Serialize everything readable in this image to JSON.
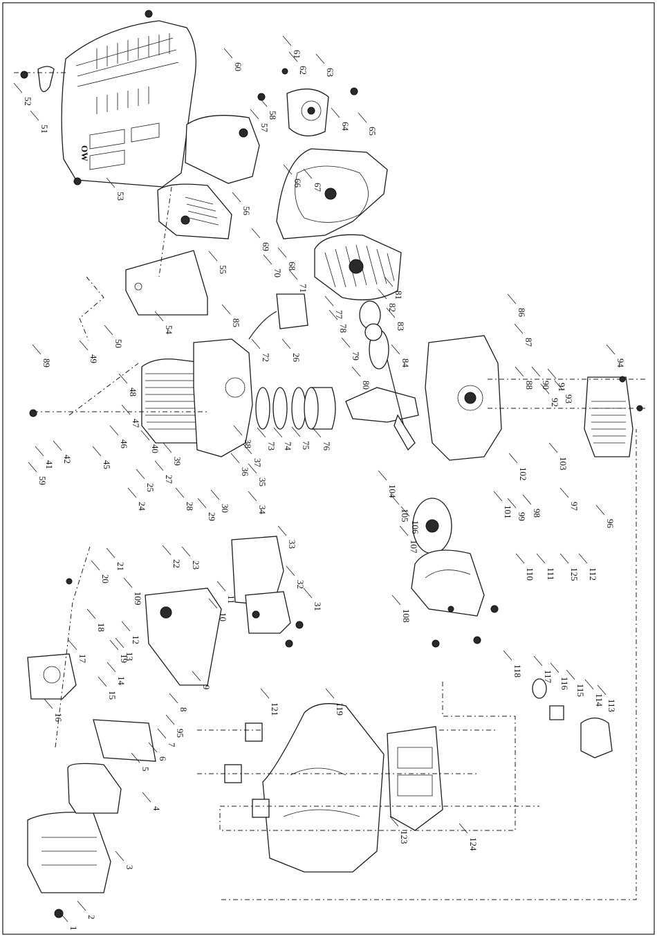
{
  "diagram": {
    "type": "exploded-parts-view",
    "logo_text": "OW",
    "labels": [
      "1",
      "2",
      "3",
      "4",
      "5",
      "6",
      "7",
      "8",
      "9",
      "10",
      "11",
      "12",
      "13",
      "14",
      "15",
      "16",
      "17",
      "18",
      "19",
      "20",
      "21",
      "22",
      "23",
      "24",
      "25",
      "26",
      "27",
      "28",
      "29",
      "30",
      "31",
      "32",
      "33",
      "34",
      "35",
      "36",
      "37",
      "38",
      "39",
      "40",
      "41",
      "42",
      "45",
      "46",
      "47",
      "48",
      "49",
      "50",
      "51",
      "52",
      "53",
      "54",
      "55",
      "56",
      "57",
      "58",
      "59",
      "60",
      "61",
      "62",
      "63",
      "64",
      "65",
      "66",
      "67",
      "68",
      "69",
      "70",
      "71",
      "72",
      "73",
      "74",
      "75",
      "76",
      "77",
      "78",
      "79",
      "80",
      "81",
      "82",
      "83",
      "84",
      "85",
      "86",
      "87",
      "88",
      "89",
      "90",
      "91",
      "92",
      "93",
      "94",
      "95",
      "96",
      "97",
      "98",
      "99",
      "101",
      "102",
      "103",
      "104",
      "105",
      "106",
      "107",
      "108",
      "109",
      "110",
      "111",
      "112",
      "113",
      "114",
      "115",
      "116",
      "117",
      "118",
      "119",
      "121",
      "123",
      "124",
      "125"
    ]
  }
}
